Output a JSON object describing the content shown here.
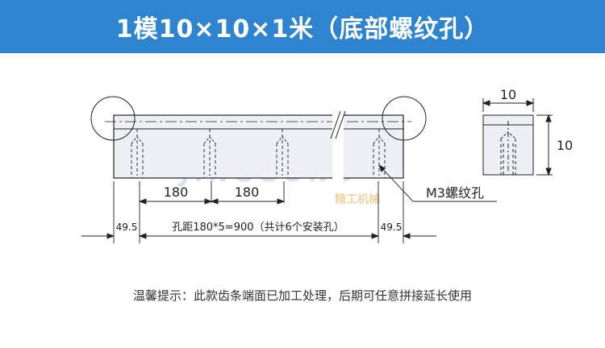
{
  "header": {
    "title": "1模10×10×1米（底部螺纹孔）"
  },
  "drawing": {
    "dim_spacing_1": "180",
    "dim_spacing_2": "180",
    "dim_left_end": "49.5",
    "dim_right_end": "49.5",
    "hole_spacing_note": "孔距180*5=900（共计6个安装孔）",
    "thread_callout": "M3螺纹孔",
    "end_view_width": "10",
    "end_view_height": "10",
    "watermark_text": "JINGGONG",
    "watermark_sub": "精工机械"
  },
  "footer": {
    "note": "温馨提示：此款齿条端面已加工处理，后期可任意拼接延长使用"
  },
  "colors": {
    "header_bg": "#2f84cf",
    "part_fill": "#eef0f6",
    "line": "#222222",
    "watermark": "#b9cbe6"
  }
}
